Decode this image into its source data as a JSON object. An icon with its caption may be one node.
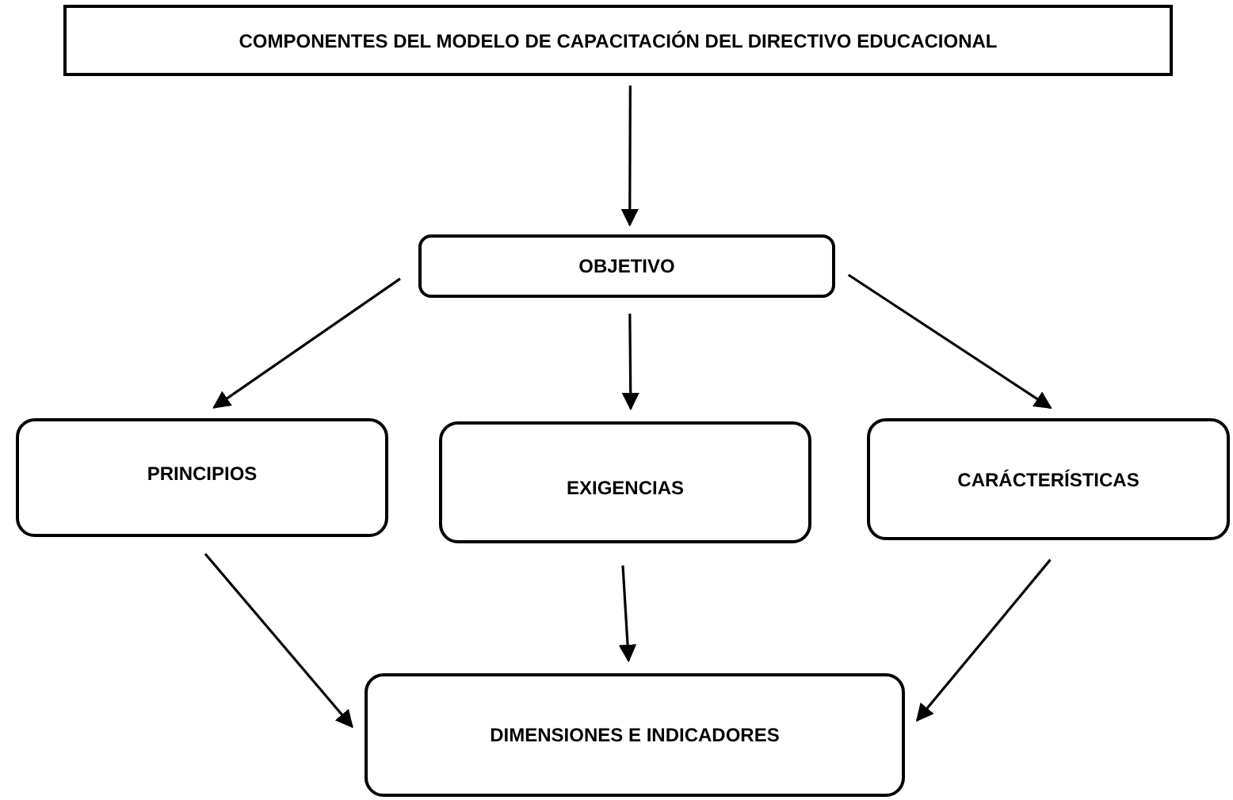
{
  "diagram": {
    "nodes": [
      {
        "text": [
          "COMPONENTES DEL MODELO DE CAPACITACIÓN DEL DIRECTIVO EDUCACIONAL"
        ]
      },
      {
        "text": [
          "OBJETIVO"
        ]
      },
      {
        "text": [
          "PRINCIPIOS"
        ]
      },
      {
        "text": [
          "EXIGENCIAS"
        ]
      },
      {
        "text": [
          "CARÁCTERÍSTICAS"
        ]
      },
      {
        "text": [
          "DIMENSIONES E INDICADORES"
        ]
      }
    ],
    "edges": [
      {
        "from": 0,
        "to": 1,
        "arrow": "to"
      },
      {
        "from": 1,
        "to": 2,
        "arrow": "to"
      },
      {
        "from": 1,
        "to": 3,
        "arrow": "to"
      },
      {
        "from": 1,
        "to": 4,
        "arrow": "to"
      },
      {
        "from": 2,
        "to": 5,
        "arrow": "to"
      },
      {
        "from": 3,
        "to": 5,
        "arrow": "to"
      },
      {
        "from": 4,
        "to": 5,
        "arrow": "to"
      }
    ]
  }
}
